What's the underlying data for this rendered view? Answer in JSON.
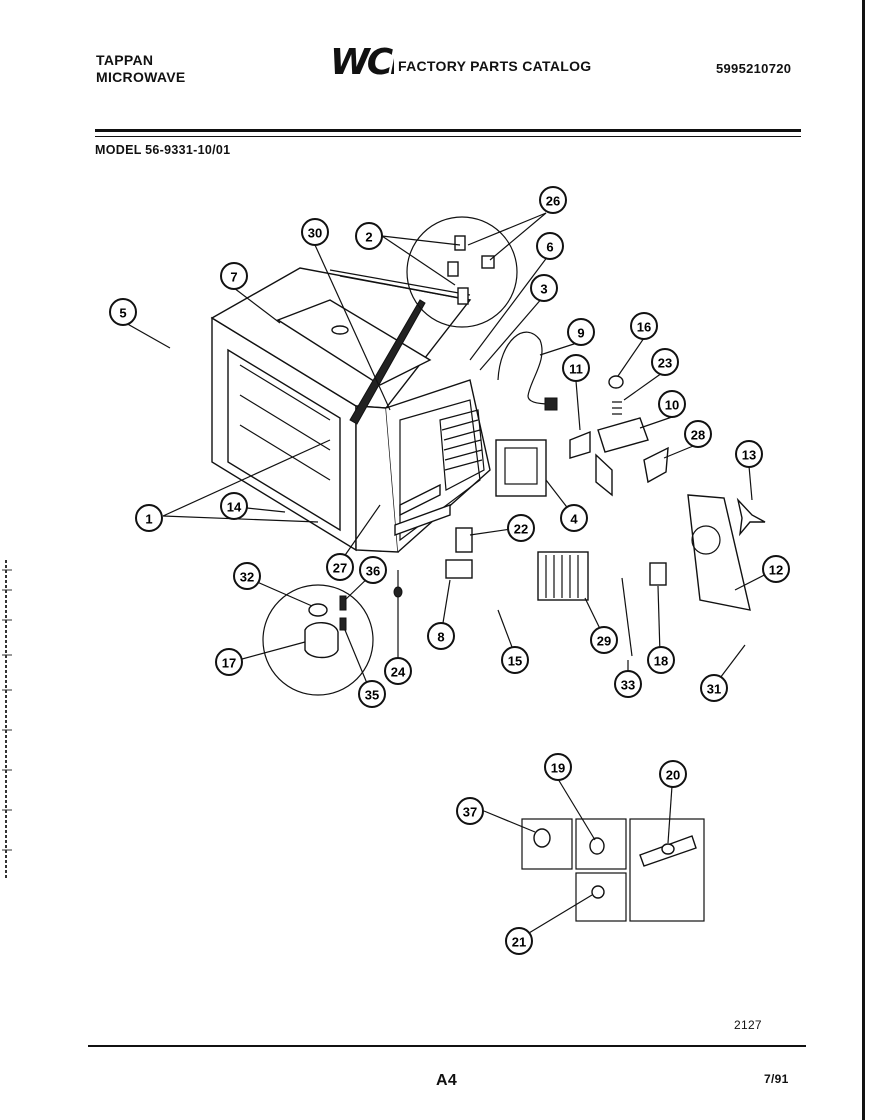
{
  "header": {
    "brand_line1": "TAPPAN",
    "brand_line2": "MICROWAVE",
    "logo": "WCI",
    "catalog_title": "FACTORY PARTS CATALOG",
    "catalog_number": "5995210720",
    "model": "MODEL 56-9331-10/01"
  },
  "callouts": [
    "30",
    "2",
    "26",
    "6",
    "7",
    "5",
    "3",
    "9",
    "16",
    "11",
    "23",
    "10",
    "28",
    "13",
    "1",
    "14",
    "4",
    "22",
    "27",
    "36",
    "32",
    "12",
    "17",
    "8",
    "15",
    "29",
    "18",
    "33",
    "31",
    "24",
    "35",
    "19",
    "20",
    "37",
    "21"
  ],
  "footer": {
    "figure_number": "2127",
    "page": "A4",
    "date": "7/91"
  }
}
